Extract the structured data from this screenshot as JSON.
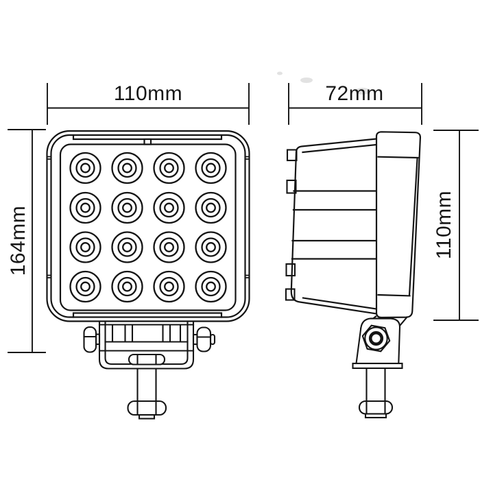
{
  "page": {
    "background": "#ffffff"
  },
  "drawing": {
    "line_color": "#141414",
    "front_view": {
      "name": "front view of square LED work light",
      "width_dimension": "110mm",
      "height_dimension": "164mm",
      "led_rows": 4,
      "led_columns": 4,
      "led_count": 16
    },
    "side_view": {
      "name": "side view of LED work light",
      "depth_dimension": "72mm",
      "height_dimension": "110mm"
    }
  }
}
